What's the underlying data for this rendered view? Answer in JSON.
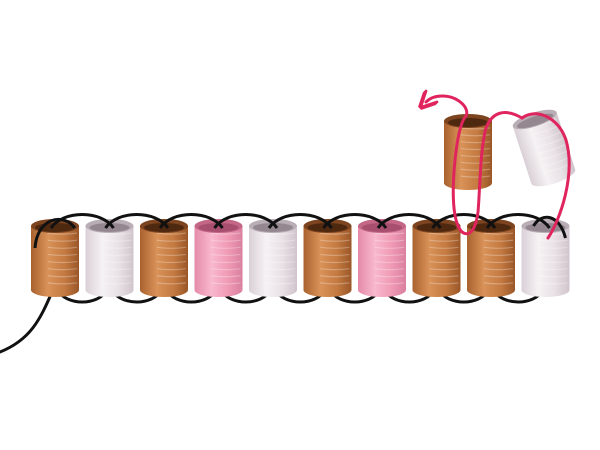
{
  "diagram": {
    "type": "beadweaving-ladder-stitch",
    "colors": {
      "background": "#ffffff",
      "thread": "#111111",
      "new_thread": "#e0245e",
      "copper": "#c9834b",
      "pink": "#f3a6c0",
      "white": "#ece6ea"
    },
    "row_beads": [
      "copper",
      "white",
      "copper",
      "pink",
      "white",
      "copper",
      "pink",
      "copper",
      "copper",
      "white"
    ],
    "new_beads": [
      "copper",
      "white"
    ],
    "icons": [
      "thread-direction-arrow-icon"
    ]
  }
}
